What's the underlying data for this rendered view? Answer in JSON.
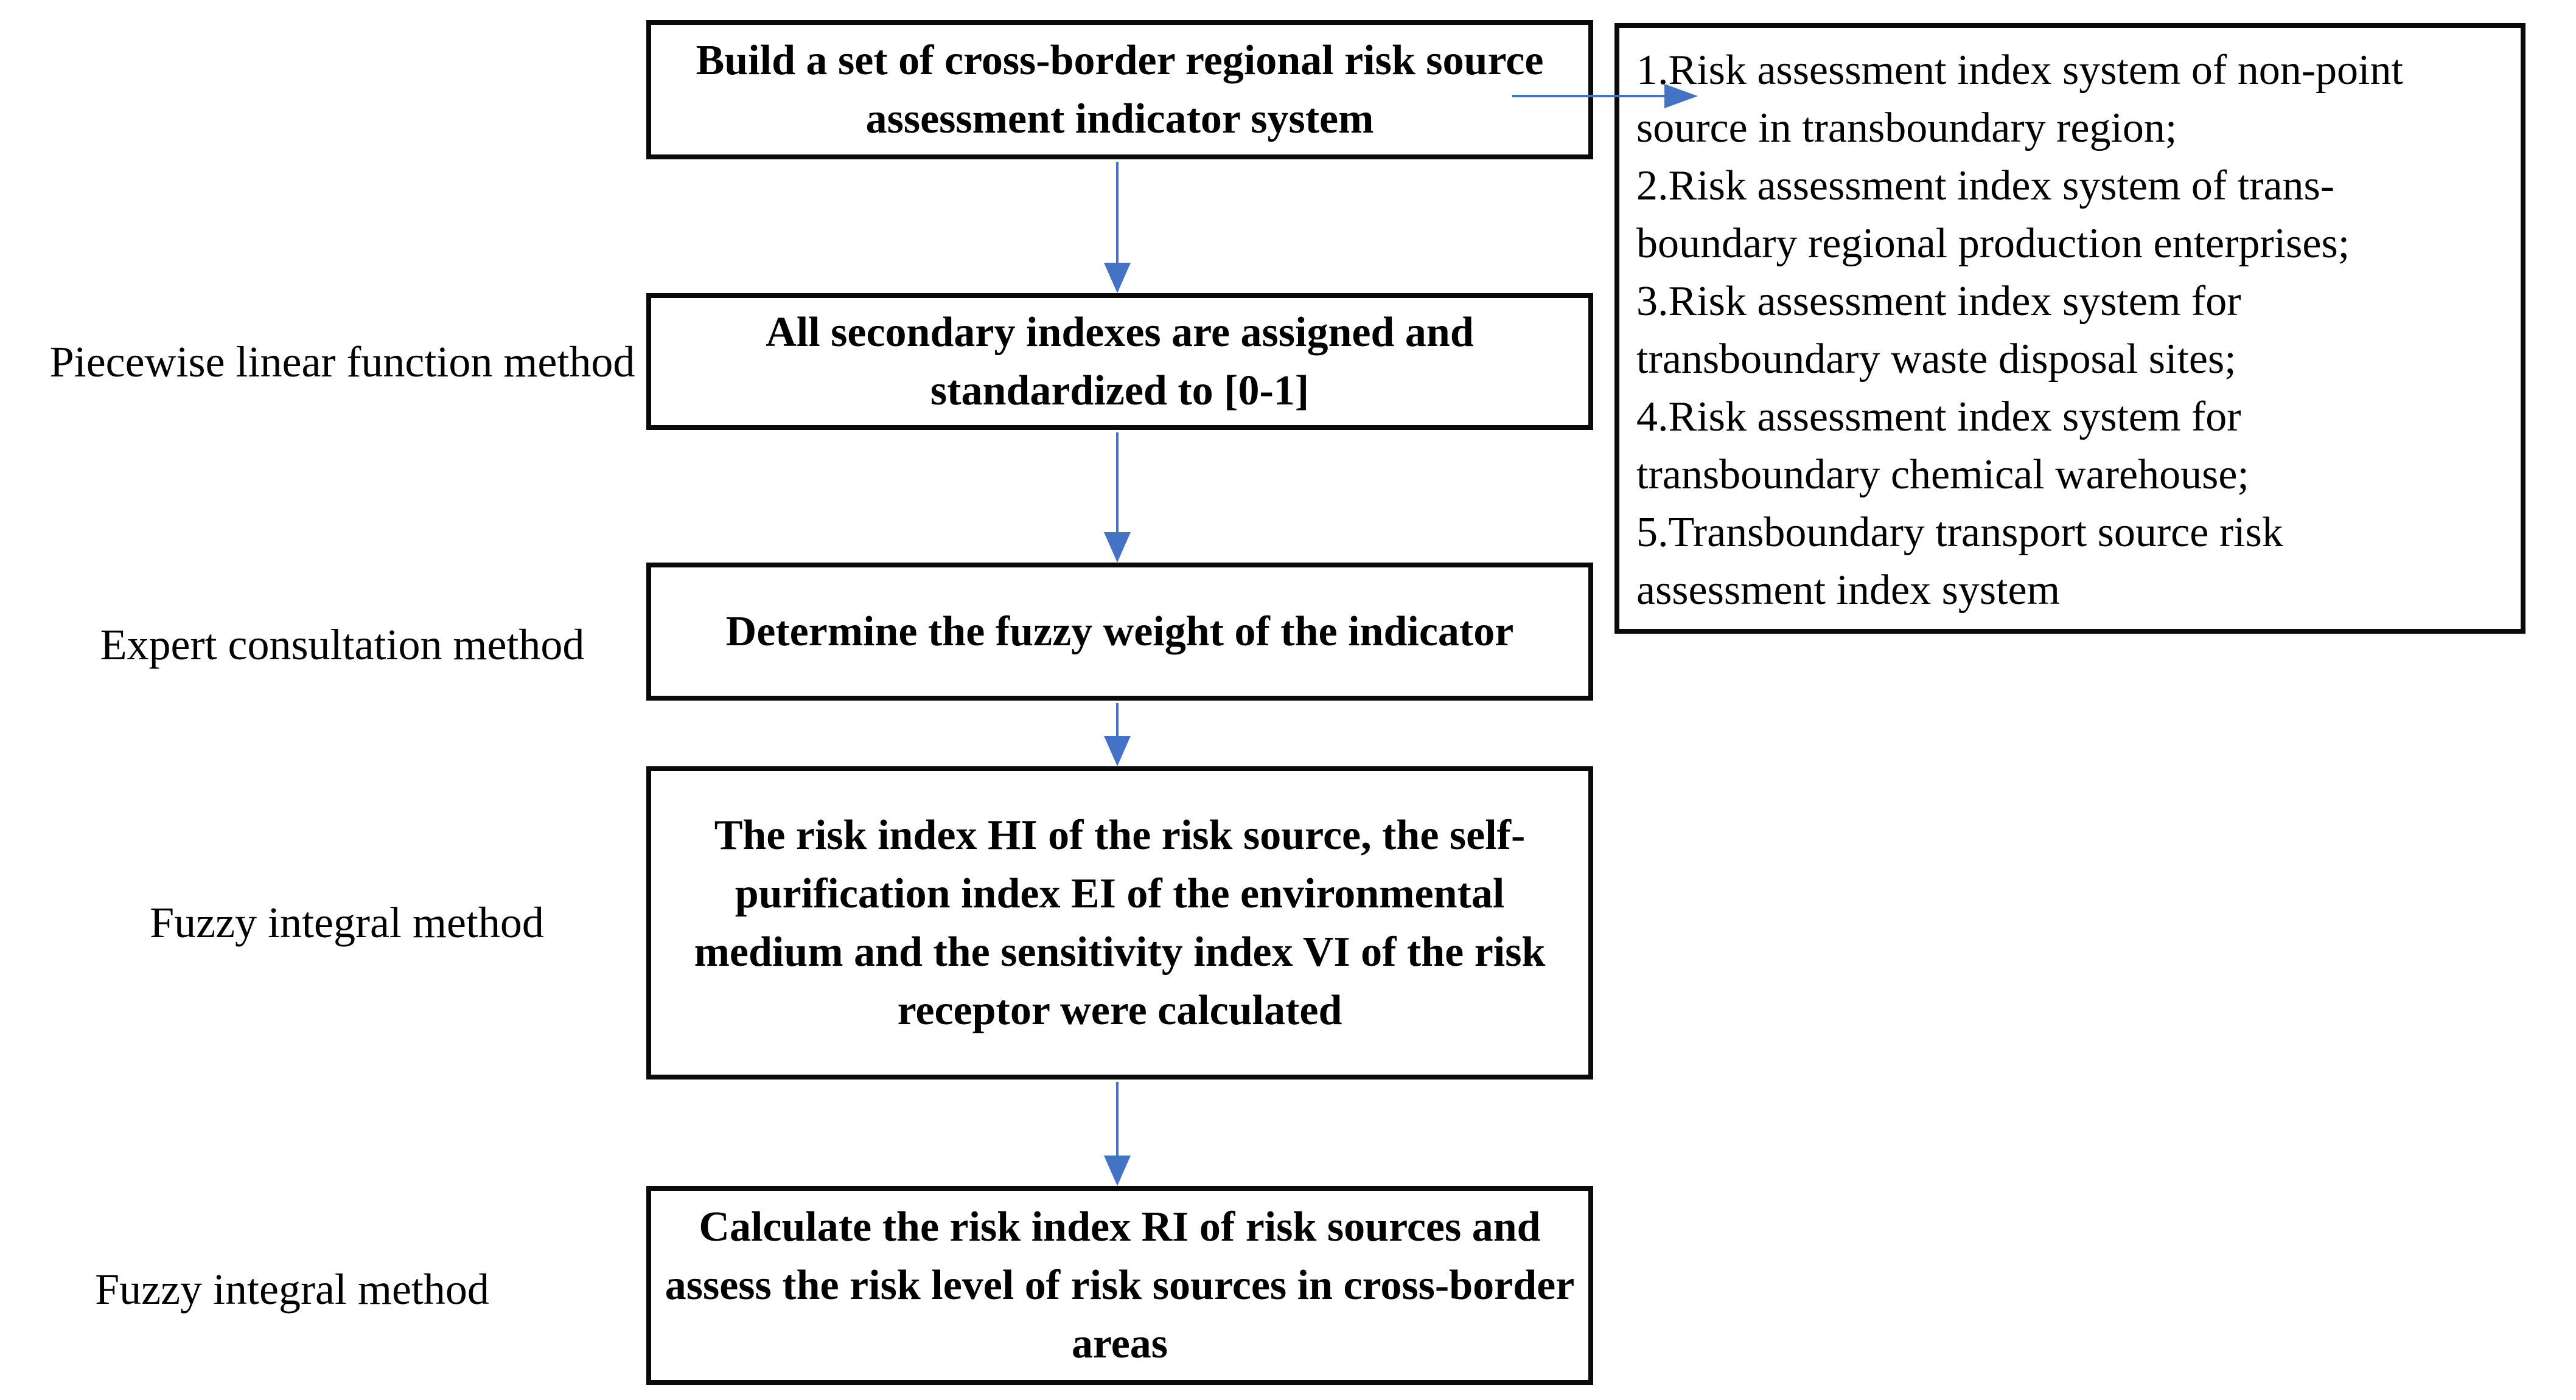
{
  "colors": {
    "arrow_blue": "#4472C4",
    "box_border": "#0a0a0a",
    "text": "#000000",
    "background": "#ffffff"
  },
  "flow_boxes": [
    {
      "id": "build-indicator-system",
      "text": "Build a set of cross-border regional risk source assessment indicator system"
    },
    {
      "id": "standardize-secondary-indexes",
      "text": "All secondary indexes are assigned and standardized to [0-1]"
    },
    {
      "id": "determine-fuzzy-weight",
      "text": "Determine the fuzzy weight of the indicator"
    },
    {
      "id": "calculate-hi-ei-vi",
      "text": "The risk index HI of the risk source, the self-purification index EI of the environmental medium and the sensitivity index VI of the risk receptor were calculated"
    },
    {
      "id": "calculate-ri-assess-level",
      "text": "Calculate the risk index RI of risk sources and assess the risk level of risk sources in cross-border areas"
    }
  ],
  "method_labels": [
    "Piecewise linear function method",
    "Expert consultation method",
    "Fuzzy integral method",
    "Fuzzy integral method"
  ],
  "index_panel": {
    "lines": [
      "1.Risk assessment index system of non-point",
      "source in transboundary region;",
      "2.Risk assessment index system of trans-",
      "boundary regional production enterprises;",
      "3.Risk assessment index system for",
      "transboundary waste disposal sites;",
      "4.Risk assessment index system for",
      "transboundary chemical warehouse;",
      "5.Transboundary transport source risk",
      "assessment index system"
    ]
  }
}
